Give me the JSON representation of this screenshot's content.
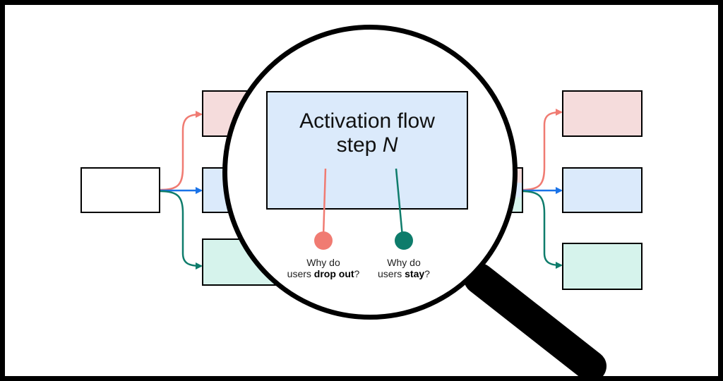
{
  "central_step": {
    "title_line1": "Activation flow",
    "title_prefix": "step",
    "title_var": "N"
  },
  "questions": {
    "drop": {
      "pre_line1": "Why do",
      "pre_line2": "users",
      "emphasis": "drop out",
      "post": "?"
    },
    "stay": {
      "pre_line1": "Why do",
      "pre_line2": "users",
      "emphasis": "stay",
      "post": "?"
    }
  },
  "colors": {
    "dropout": "#f07b72",
    "continue": "#1a73e8",
    "stay": "#0e7c6b",
    "pink_fill": "#f5dcdc",
    "blue_fill": "#dbeafb",
    "teal_fill": "#d6f3ec"
  }
}
